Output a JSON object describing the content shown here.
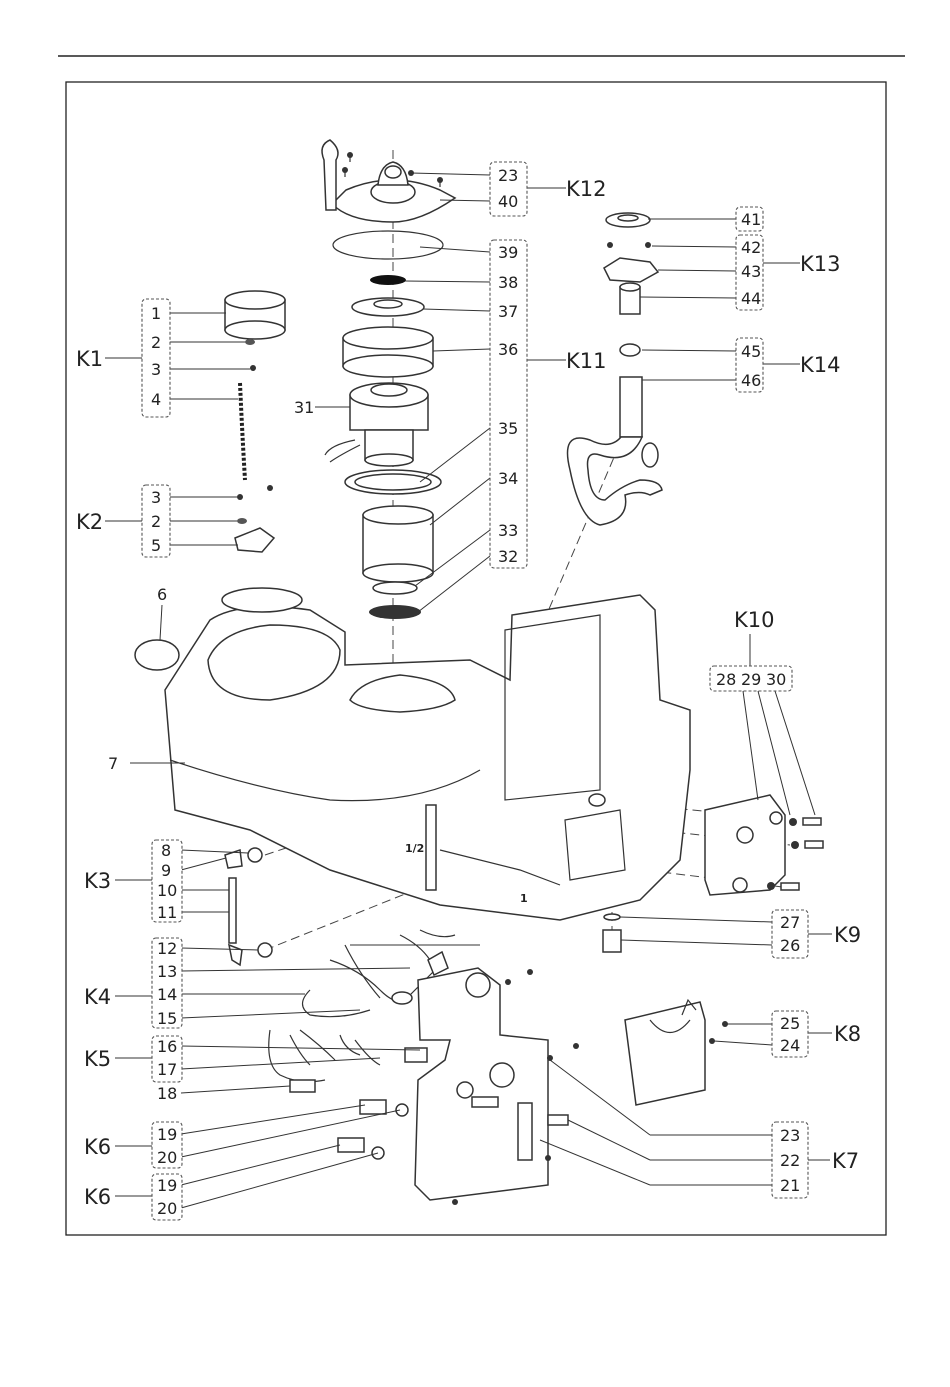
{
  "kits": {
    "K1": "K1",
    "K2": "K2",
    "K3": "K3",
    "K4": "K4",
    "K5": "K5",
    "K6a": "K6",
    "K6b": "K6",
    "K7": "K7",
    "K8": "K8",
    "K9": "K9",
    "K10": "K10",
    "K11": "K11",
    "K12": "K12",
    "K13": "K13",
    "K14": "K14"
  },
  "parts": {
    "k1": [
      "1",
      "2",
      "3",
      "4"
    ],
    "k2": [
      "3",
      "2",
      "5"
    ],
    "k3": [
      "8",
      "9",
      "10",
      "11"
    ],
    "k4": [
      "12",
      "13",
      "14",
      "15"
    ],
    "k5": [
      "16",
      "17"
    ],
    "p18": "18",
    "k6a": [
      "19",
      "20"
    ],
    "k6b": [
      "19",
      "20"
    ],
    "k7": [
      "23",
      "22",
      "21"
    ],
    "k8": [
      "25",
      "24"
    ],
    "k9": [
      "27",
      "26"
    ],
    "k10": [
      "28",
      "29",
      "30"
    ],
    "k11": [
      "39",
      "38",
      "37",
      "36",
      "35",
      "34",
      "33",
      "32"
    ],
    "p31": "31",
    "k12": [
      "23",
      "40"
    ],
    "k13": [
      "42",
      "43",
      "44"
    ],
    "p41": "41",
    "k14": [
      "45",
      "46"
    ],
    "p6": "6",
    "p7": "7",
    "marks": {
      "half": "1/2",
      "one": "1"
    }
  }
}
